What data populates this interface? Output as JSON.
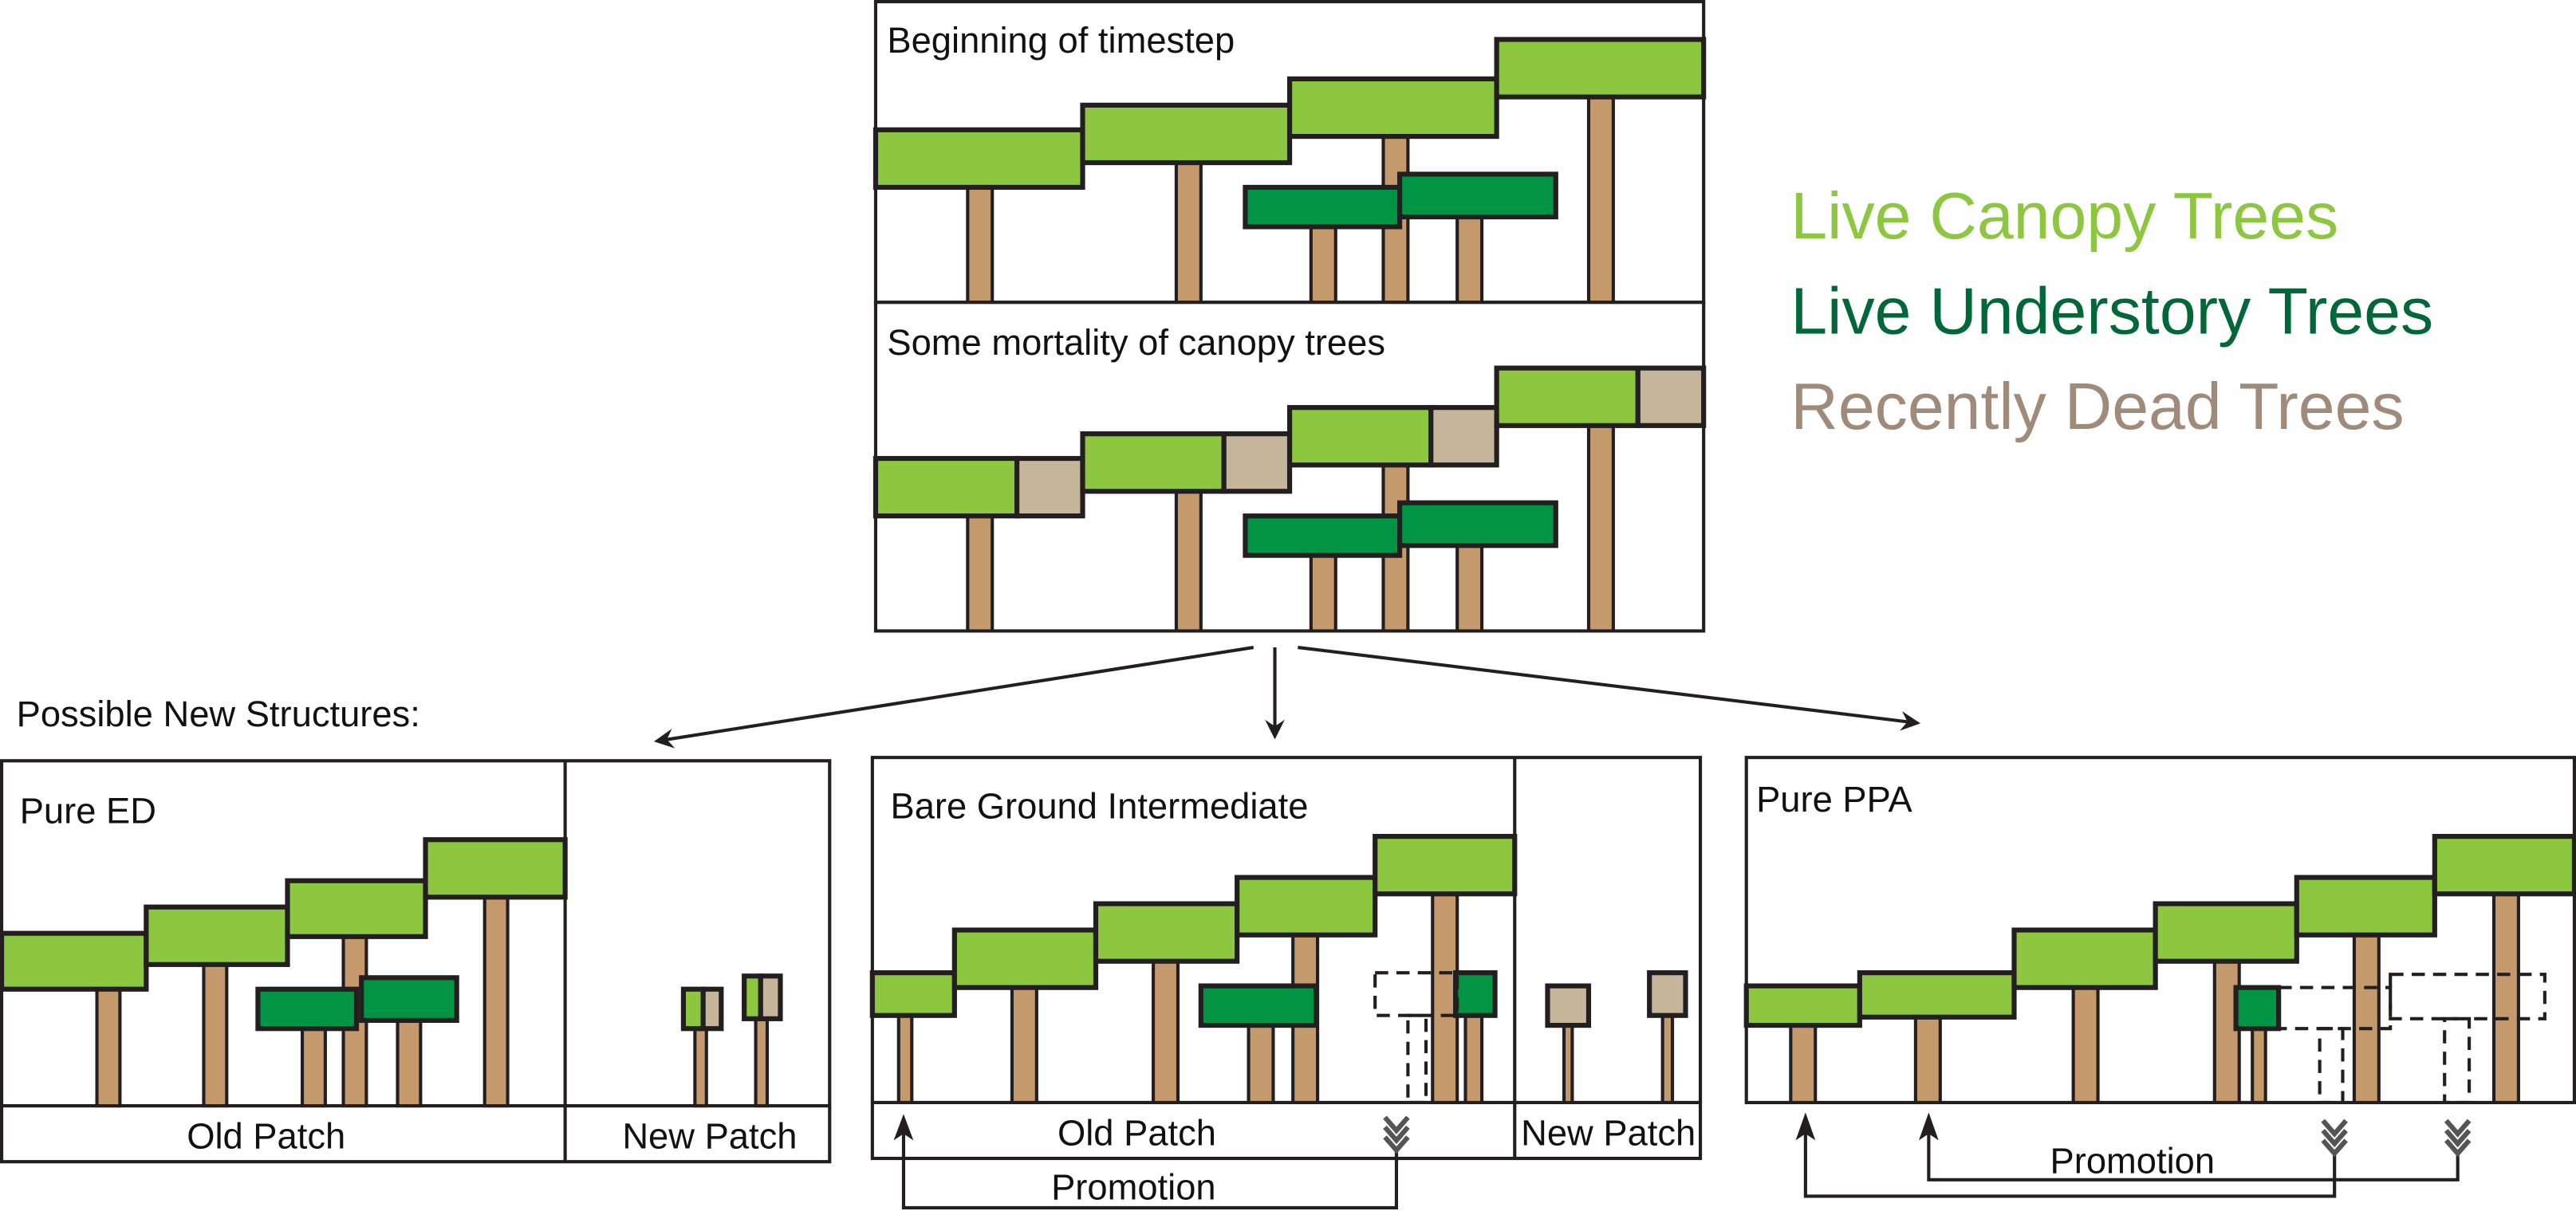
{
  "colors": {
    "canopy": "#8DC63F",
    "understory": "#009444",
    "dead": "#C4B59B",
    "trunk": "#C49A6C",
    "outline": "#231F20",
    "legend_canopy": "#8DC63F",
    "legend_understory": "#006838",
    "legend_dead": "#A08B7A"
  },
  "top": {
    "panel1_title": "Beginning of timestep",
    "panel2_title": "Some mortality of canopy trees"
  },
  "legend": {
    "canopy": "Live Canopy Trees",
    "understory": "Live Understory Trees",
    "dead": "Recently Dead Trees"
  },
  "section_title": "Possible New Structures:",
  "scenarios": {
    "pure_ed": {
      "title": "Pure ED",
      "old_patch": "Old Patch",
      "new_patch": "New Patch"
    },
    "bare_ground": {
      "title": "Bare Ground Intermediate",
      "old_patch": "Old Patch",
      "new_patch": "New Patch",
      "promotion": "Promotion"
    },
    "pure_ppa": {
      "title": "Pure PPA",
      "promotion": "Promotion"
    }
  }
}
